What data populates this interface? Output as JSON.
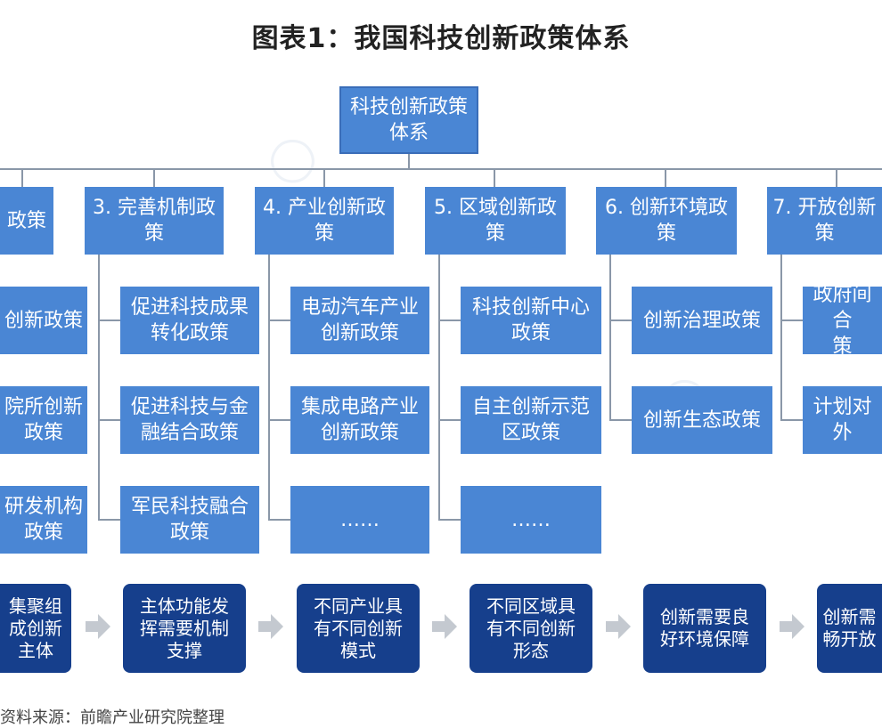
{
  "title": "图表1：我国科技创新政策体系",
  "root": "科技创新政策\n体系",
  "categories": [
    {
      "label": "政策",
      "children": [
        "创新政策",
        "院所创新\n政策",
        "研发机构\n政策"
      ]
    },
    {
      "label": "3. 完善机制政\n策",
      "children": [
        "促进科技成果\n转化政策",
        "促进科技与金\n融结合政策",
        "军民科技融合\n政策"
      ]
    },
    {
      "label": "4. 产业创新政\n策",
      "children": [
        "电动汽车产业\n创新政策",
        "集成电路产业\n创新政策",
        "……"
      ]
    },
    {
      "label": "5. 区域创新政\n策",
      "children": [
        "科技创新中心\n政策",
        "自主创新示范\n区政策",
        "……"
      ]
    },
    {
      "label": "6. 创新环境政\n策",
      "children": [
        "创新治理政策",
        "创新生态政策"
      ]
    },
    {
      "label": "7. 开放创新\n策",
      "children": [
        "政府间合\n策",
        "计划对外"
      ]
    }
  ],
  "bottom": [
    "集聚组\n成创新\n主体",
    "主体功能发\n挥需要机制\n支撑",
    "不同产业具\n有不同创新\n模式",
    "不同区域具\n有不同创新\n形态",
    "创新需要良\n好环境保障",
    "创新需\n畅开放"
  ],
  "source": "资料来源：前瞻产业研究院整理"
}
